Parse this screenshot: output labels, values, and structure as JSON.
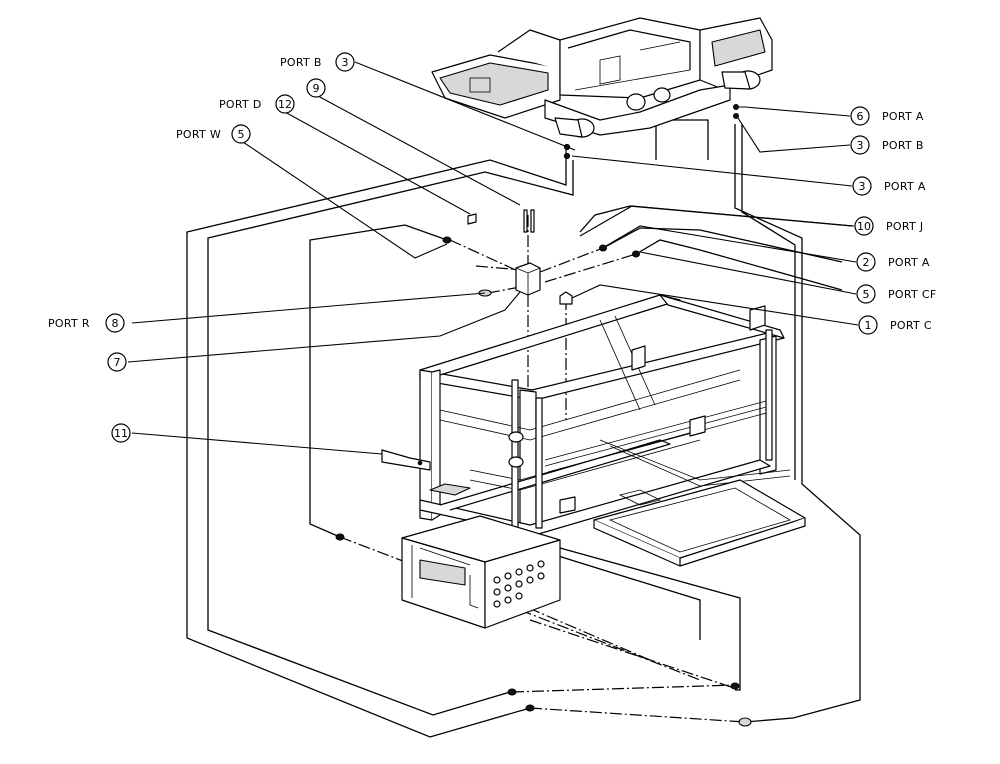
{
  "callouts": [
    {
      "id": "portb-3-top",
      "number": "3",
      "port": "PORT B"
    },
    {
      "id": "item-9",
      "number": "9",
      "port": ""
    },
    {
      "id": "portd-12",
      "number": "12",
      "port": "PORT D"
    },
    {
      "id": "portw-5",
      "number": "5",
      "port": "PORT W"
    },
    {
      "id": "porta-6",
      "number": "6",
      "port": "PORT A"
    },
    {
      "id": "portb-3-right",
      "number": "3",
      "port": "PORT B"
    },
    {
      "id": "porta-3",
      "number": "3",
      "port": "PORT A"
    },
    {
      "id": "portj-10",
      "number": "10",
      "port": "PORT J"
    },
    {
      "id": "porta-2",
      "number": "2",
      "port": "PORT A"
    },
    {
      "id": "portcf-5",
      "number": "5",
      "port": "PORT CF"
    },
    {
      "id": "portc-1",
      "number": "1",
      "port": "PORT C"
    },
    {
      "id": "portr-8",
      "number": "8",
      "port": "PORT R"
    },
    {
      "id": "item-7",
      "number": "7",
      "port": ""
    },
    {
      "id": "item-11",
      "number": "11",
      "port": ""
    }
  ]
}
